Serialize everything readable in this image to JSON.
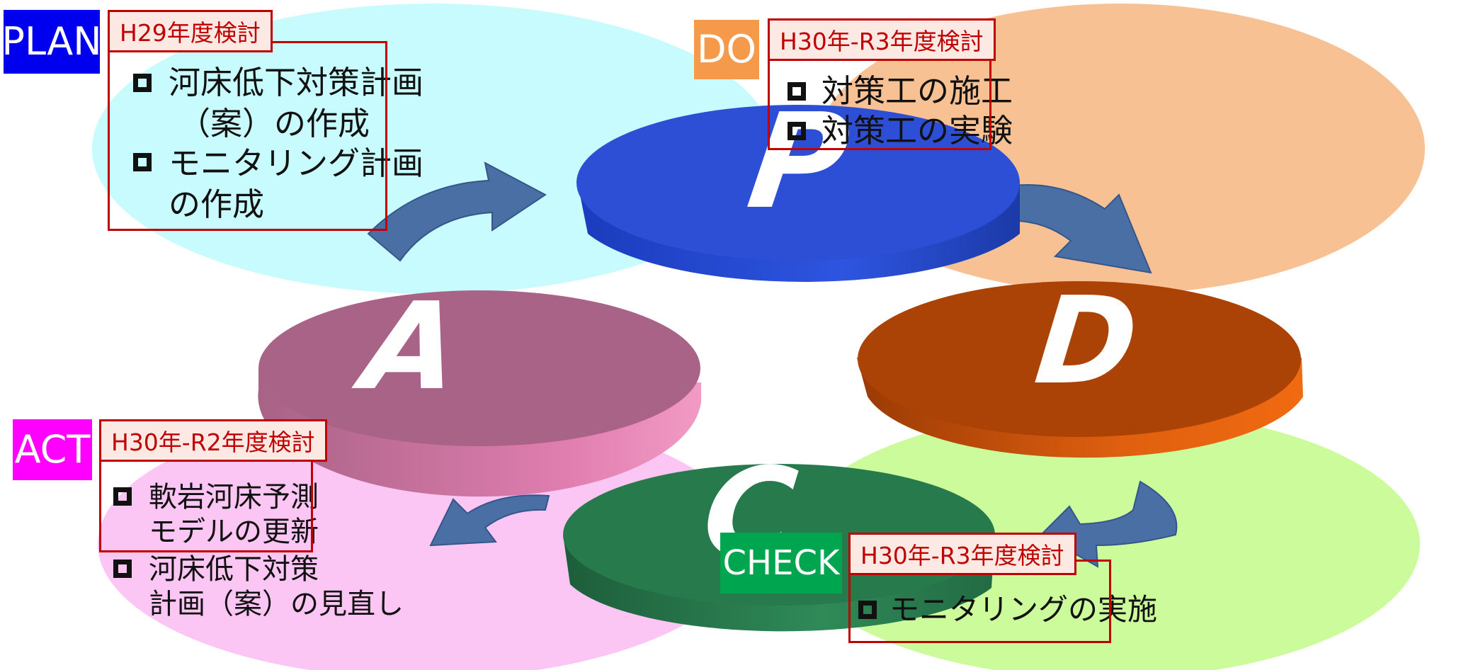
{
  "stages": {
    "plan": {
      "tag": "PLAN",
      "year": "H29年度検討",
      "items": [
        "河床低下対策計画",
        "（案）の作成",
        "モニタリング計画",
        "の作成"
      ],
      "tag_color": "#0000ee",
      "bg_color": "#c8fbfd"
    },
    "do": {
      "tag": "DO",
      "year": "H30年-R3年度検討",
      "items": [
        "対策工の施工",
        "対策工の実験"
      ],
      "tag_color": "#f59a4a",
      "bg_color": "#f8c194"
    },
    "check": {
      "tag": "CHECK",
      "year": "H30年-R3年度検討",
      "items": [
        "モニタリングの実施"
      ],
      "tag_color": "#00a550",
      "bg_color": "#ccfb9b"
    },
    "act": {
      "tag": "ACT",
      "year": "H30年-R2年度検討",
      "items": [
        "軟岩河床予測",
        "モデルの更新",
        "河床低下対策",
        "計画（案）の見直し"
      ],
      "tag_color": "#ff00ff",
      "bg_color": "#fcc6f4"
    }
  },
  "disks": {
    "p": {
      "letter": "P",
      "color": "#2d4fd6"
    },
    "d": {
      "letter": "D",
      "color": "#c14a08"
    },
    "c": {
      "letter": "C",
      "color": "#267a4c"
    },
    "a": {
      "letter": "A",
      "color": "#a76289"
    }
  },
  "colors": {
    "year_text": "#c00000",
    "year_bg": "#fde9e3",
    "arrow": "#4a6fa5"
  }
}
